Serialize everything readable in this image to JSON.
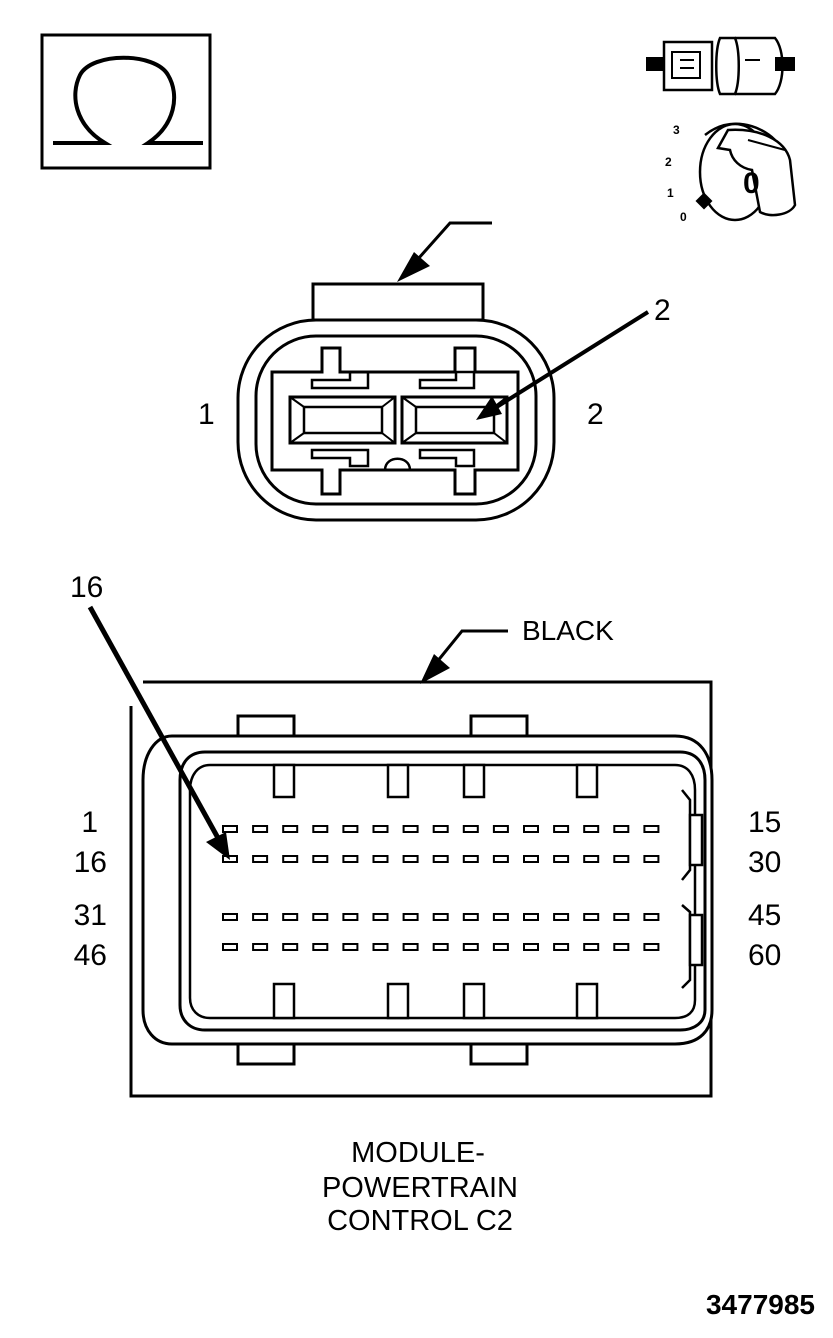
{
  "icons": {
    "ohm": "ohm-symbol-icon",
    "connector": "disconnected-connector-icon",
    "ignition": "ignition-key-icon"
  },
  "ignition": {
    "positions": [
      "3",
      "2",
      "1",
      "0"
    ],
    "key_label": "0"
  },
  "connector_small": {
    "pin_left": "1",
    "pin_right": "2",
    "callout": "2"
  },
  "connector_large": {
    "color_label": "BLACK",
    "callout": "16",
    "row_labels_left": [
      "1",
      "16",
      "31",
      "46"
    ],
    "row_labels_right": [
      "15",
      "30",
      "45",
      "60"
    ],
    "pins_per_row": 15
  },
  "title_lines": [
    "MODULE-",
    "POWERTRAIN",
    "CONTROL C2"
  ],
  "figure_number": "3477985"
}
